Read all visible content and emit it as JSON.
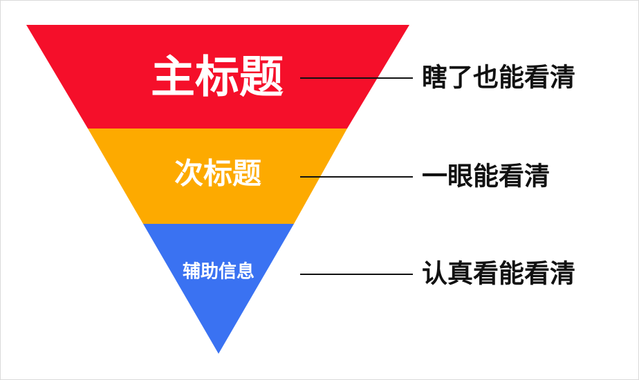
{
  "colors": {
    "top": "#f50f2a",
    "middle": "#fdaa00",
    "bottom": "#3a72f2",
    "text_light": "#ffffff",
    "text_dark": "#111111"
  },
  "tiers": [
    {
      "title": "主标题",
      "description": "瞎了也能看清"
    },
    {
      "title": "次标题",
      "description": "一眼能看清"
    },
    {
      "title": "辅助信息",
      "description": "认真看能看清"
    }
  ]
}
